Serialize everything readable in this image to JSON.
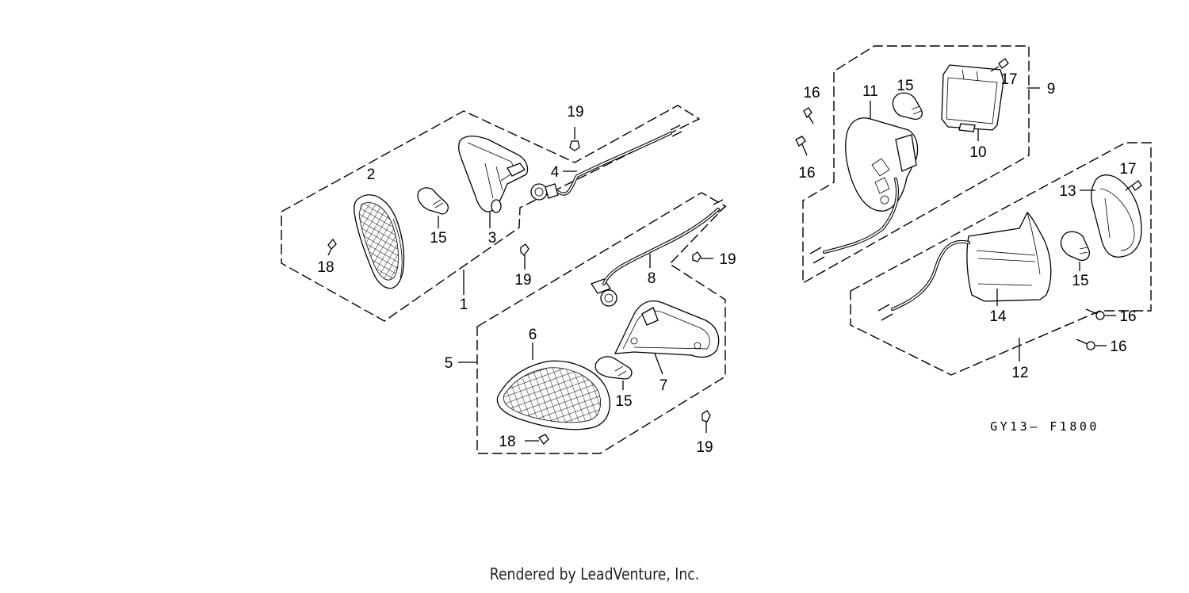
{
  "diagram": {
    "code": "GY13– F1800",
    "callouts": {
      "c1": "1",
      "c2": "2",
      "c3": "3",
      "c4": "4",
      "c5": "5",
      "c6": "6",
      "c7": "7",
      "c8": "8",
      "c9": "9",
      "c10": "10",
      "c11": "11",
      "c12": "12",
      "c13": "13",
      "c14": "14",
      "c15": "15",
      "c16": "16",
      "c17": "17",
      "c18": "18",
      "c19": "19"
    }
  },
  "footer": {
    "text": "Rendered by LeadVenture, Inc."
  }
}
